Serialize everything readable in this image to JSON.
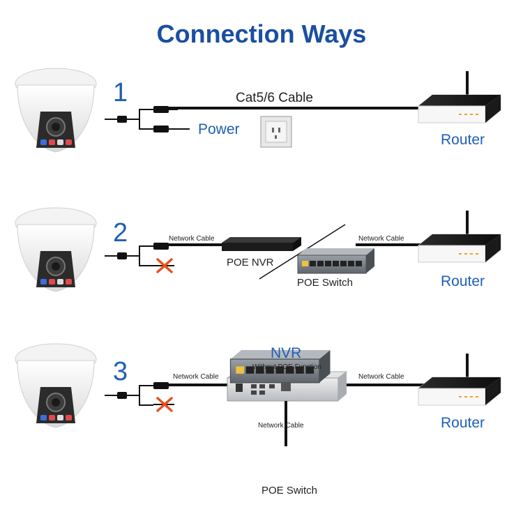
{
  "title": "Connection Ways",
  "colors": {
    "title": "#1a4fa0",
    "label_blue": "#1f5fb4",
    "cable": "#111111",
    "cross": "#e8501c"
  },
  "way1": {
    "number": "1",
    "cable_label": "Cat5/6 Cable",
    "power_label": "Power",
    "router_label": "Router",
    "icons": [
      "dome-camera-icon",
      "power-outlet-icon",
      "router-icon"
    ]
  },
  "way2": {
    "number": "2",
    "cable_left_label": "Network Cable",
    "nvr_label": "POE NVR",
    "switch_label": "POE Switch",
    "cable_right_label": "Network Cable",
    "router_label": "Router",
    "icons": [
      "dome-camera-icon",
      "nvr-icon",
      "poe-switch-icon",
      "router-icon",
      "cross-icon"
    ]
  },
  "way3": {
    "number": "3",
    "nvr_title": "NVR",
    "nvr_subtitle": "Without POE Function",
    "cable_left_label": "Network Cable",
    "cable_right_label": "Network Cable",
    "cable_down_label": "Network Cable",
    "switch_label": "POE Switch",
    "router_label": "Router",
    "icons": [
      "dome-camera-icon",
      "nvr-icon",
      "poe-switch-icon",
      "router-icon",
      "cross-icon"
    ]
  }
}
